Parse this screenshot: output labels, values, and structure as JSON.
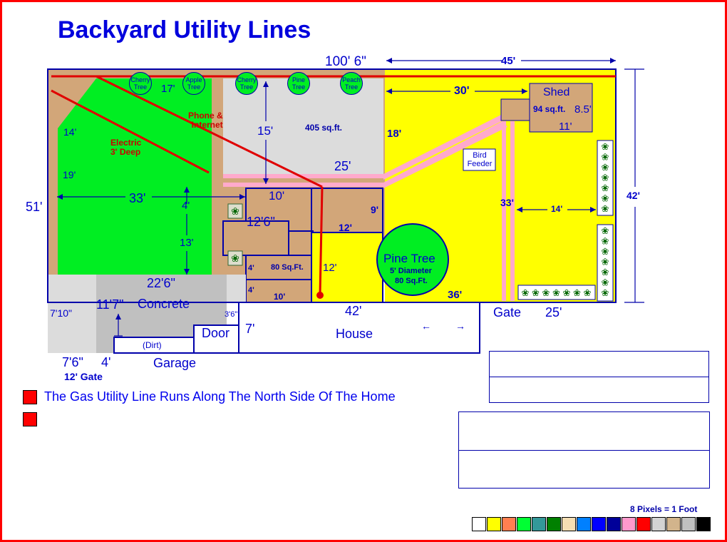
{
  "title": "Backyard Utility Lines",
  "scale_note": "8 Pixels = 1 Foot",
  "legend": [
    {
      "text": "The Gas Utility Line Runs Along The North Side Of The Home",
      "color": "#ff0000"
    },
    {
      "text": "",
      "color": "#ff0000"
    }
  ],
  "trees_top": [
    "Cherry\nTree",
    "Apple\nTree",
    "Cherry\nTree",
    "Pine\nTree",
    "Peach\nTree"
  ],
  "labels": {
    "total_width": "100' 6\"",
    "right_width": "45'",
    "total_depth": "42'",
    "left_depth": "51'",
    "right_section": "30'",
    "shed": "Shed",
    "shed_area": "94 sq.ft.",
    "shed_depth": "8.5'",
    "shed_width": "11'",
    "phone": "Phone &\nInternet",
    "electric": "Electric\n3' Deep",
    "area_405": "405 sq.ft.",
    "d15": "15'",
    "d18": "18'",
    "d25a": "25'",
    "bird_feeder": "Bird\nFeeder",
    "d17": "17'",
    "d14a": "14'",
    "d19": "19'",
    "d33a": "33'",
    "d4a": "4'",
    "d13": "13'",
    "d10a": "10'",
    "d12_6": "12'6\"",
    "d9": "9'",
    "d12a": "12'",
    "d12b": "12'",
    "d4b": "4'",
    "d4c": "4'",
    "area_80": "80 Sq.Ft.",
    "d10b": "10'",
    "pine_tree": "Pine Tree",
    "pine_diam": "5' Diameter",
    "pine_area": "80 Sq.Ft.",
    "d36": "36'",
    "d33b": "33'",
    "d14b": "14'",
    "d22_6": "22'6\"",
    "d11_7": "11'7\"",
    "concrete": "Concrete",
    "d7_10": "7'10\"",
    "d3_6": "3'6\"",
    "d42": "42'",
    "house": "House",
    "d7": "7'",
    "door": "Door",
    "dirt": "(Dirt)",
    "d7_6": "7'6\"",
    "d4d": "4'",
    "garage": "Garage",
    "gate12": "12' Gate",
    "gate": "Gate",
    "d25b": "25'",
    "arrow_left": "←",
    "arrow_right": "→"
  },
  "palette": [
    "#ffffff",
    "#ffff00",
    "#ff7f50",
    "#00ff33",
    "#339999",
    "#008000",
    "#f5deb3",
    "#0080ff",
    "#0000ff",
    "#000099",
    "#ff99cc",
    "#ff0000",
    "#d3d3d3",
    "#d2b48c",
    "#c0c0c0",
    "#000000"
  ],
  "colors": {
    "yard_yellow": "#ffff00",
    "grass": "#00ee22",
    "dirt": "#d2a679",
    "concrete": "#c0c0c0",
    "patio": "#dcdcdc",
    "path_pink": "#ffaacc",
    "line_red": "#e00000",
    "outline_blue": "#0000aa",
    "text_blue": "#0000cc"
  }
}
